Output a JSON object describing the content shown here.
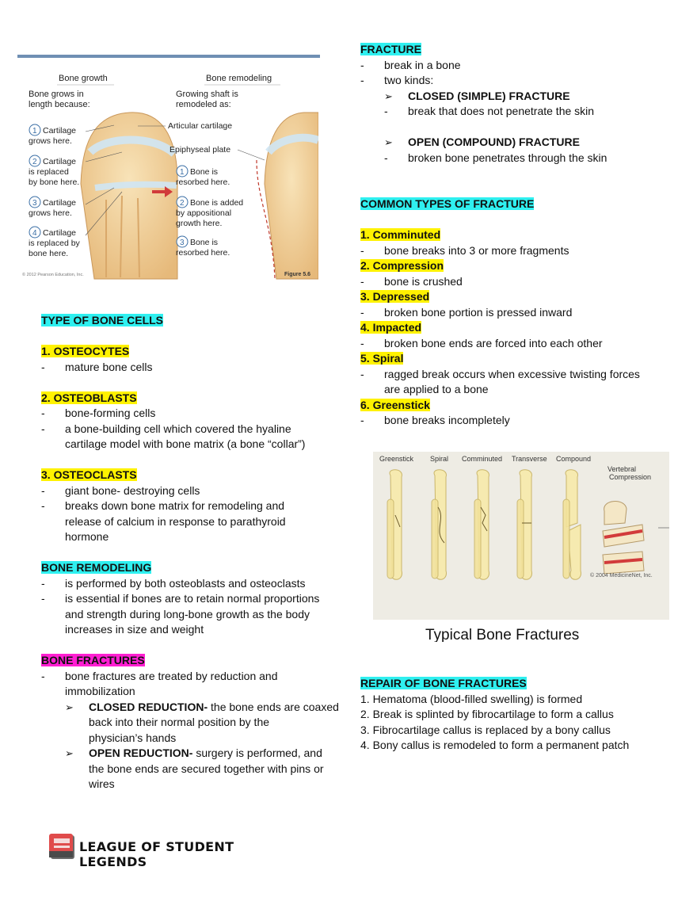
{
  "left": {
    "figure_bone_growth": {
      "title_left": "Bone growth",
      "title_right": "Bone remodeling",
      "left_caption": "Bone grows in length because:",
      "right_caption": "Growing shaft is remodeled as:",
      "articular": "Articular cartilage",
      "epiphyseal": "Epiphyseal plate",
      "l1": "Cartilage grows here.",
      "l2": "Cartilage is replaced by bone here.",
      "l3": "Cartilage grows here.",
      "l4": "Cartilage is replaced by bone here.",
      "r1": "Bone is resorbed here.",
      "r2": "Bone is added by appositional growth here.",
      "r3": "Bone is resorbed here.",
      "copyright": "© 2012 Pearson Education, Inc.",
      "figure_label": "Figure 5.6"
    },
    "bone_cells": {
      "heading": "TYPE OF BONE CELLS",
      "osteocytes": "1.  OSTEOCYTES",
      "osteocytes_1": "mature bone cells",
      "osteoblasts": "2.  OSTEOBLASTS",
      "osteoblasts_1": "bone-forming cells",
      "osteoblasts_2a": "a bone-building cell which covered the hyaline",
      "osteoblasts_2b": "cartilage model with bone matrix (a bone “collar”)",
      "osteoclasts": "3.  OSTEOCLASTS",
      "osteoclasts_1": "giant bone- destroying cells",
      "osteoclasts_2a": "breaks down bone matrix for remodeling and",
      "osteoclasts_2b": "release of calcium in response to parathyroid",
      "osteoclasts_2c": "hormone"
    },
    "remodeling": {
      "heading": "BONE REMODELING",
      "item1": "is performed by both osteoblasts and osteoclasts",
      "item2a": "is essential if bones are to retain normal proportions",
      "item2b": "and strength during long-bone growth as the body",
      "item2c": "increases in size and weight"
    },
    "fractures": {
      "heading": "BONE FRACTURES",
      "item1a": "bone fractures are treated by reduction and",
      "item1b": "immobilization",
      "closed_label": "CLOSED REDUCTION-",
      "closed_a": " the bone ends are coaxed",
      "closed_b": "back into their normal position by the",
      "closed_c": "physician’s hands",
      "open_label": "OPEN REDUCTION-",
      "open_a": " surgery is performed, and",
      "open_b": "the bone ends are secured together with pins or",
      "open_c": "wires"
    },
    "logo": {
      "text": "LEAGUE OF STUDENT LEGENDS"
    }
  },
  "right": {
    "fracture": {
      "heading": "FRACTURE",
      "item1": "break in a bone",
      "item2": "two kinds:",
      "closed": "CLOSED (SIMPLE) FRACTURE",
      "closed_desc": "break that does not penetrate the skin",
      "open": "OPEN (COMPOUND) FRACTURE",
      "open_desc": "broken bone penetrates through the skin"
    },
    "common": {
      "heading": "COMMON TYPES OF FRACTURE",
      "t1": "1.  Comminuted",
      "t1d": "bone breaks into 3 or more fragments",
      "t2": "2.  Compression",
      "t2d": "bone is crushed",
      "t3": "3.  Depressed",
      "t3d": "broken bone portion is pressed inward",
      "t4": "4.  Impacted",
      "t4d": "broken bone ends are forced into each other",
      "t5": "5.  Spiral",
      "t5da": "ragged break occurs when excessive twisting forces",
      "t5db": "are applied to a bone",
      "t6": "6.  Greenstick",
      "t6d": "bone breaks incompletely"
    },
    "figure_fractures": {
      "labels": [
        "Greenstick",
        "Spiral",
        "Comminuted",
        "Transverse",
        "Compound"
      ],
      "vertebral": "Vertebral",
      "compression": "Compression",
      "copyright": "© 2004 MedicineNet, Inc.",
      "title": "Typical Bone Fractures"
    },
    "repair": {
      "heading": "REPAIR OF BONE FRACTURES",
      "s1": "1.  Hematoma (blood-filled swelling) is formed",
      "s2": "2.  Break is splinted by fibrocartilage to form a callus",
      "s3": "3.  Fibrocartilage callus is replaced by a bony callus",
      "s4": "4.  Bony callus is remodeled to form a permanent patch"
    }
  }
}
